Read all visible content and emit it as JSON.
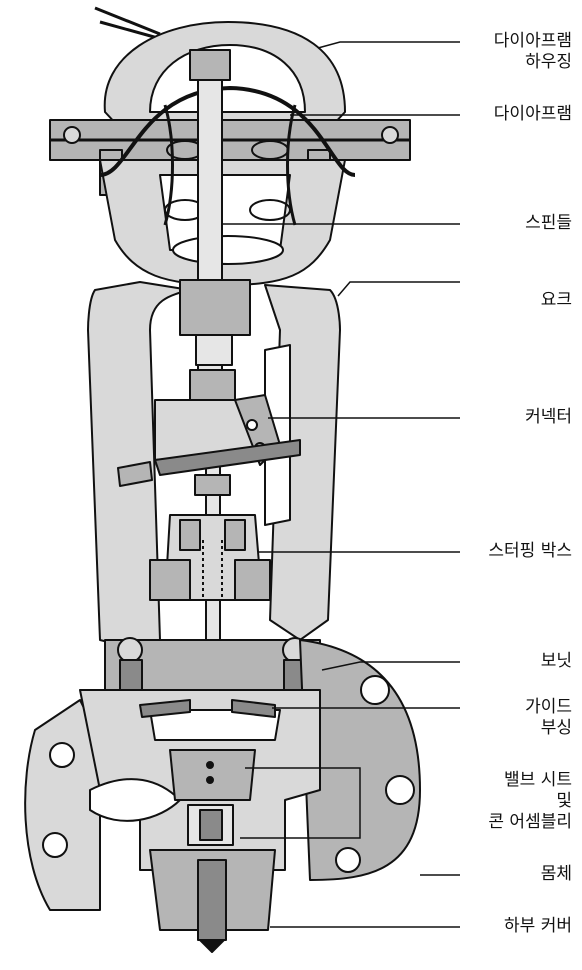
{
  "colors": {
    "outline": "#111111",
    "metal_light": "#d9d9d9",
    "metal_mid": "#b5b5b5",
    "metal_dark": "#8a8a8a",
    "background": "#ffffff"
  },
  "labels": {
    "diaphragm_housing": [
      "다이아프램",
      "하우징"
    ],
    "diaphragm": "다이아프램",
    "spindle": "스핀들",
    "yoke": "요크",
    "connector": "커넥터",
    "stuffing_box": "스터핑 박스",
    "bonnet": "보닛",
    "guide_bushing": [
      "가이드",
      "부싱"
    ],
    "valve_seat_cone": [
      "밸브 시트",
      "및",
      "콘 어셈블리"
    ],
    "body": "몸체",
    "bottom_cover": "하부 커버"
  }
}
